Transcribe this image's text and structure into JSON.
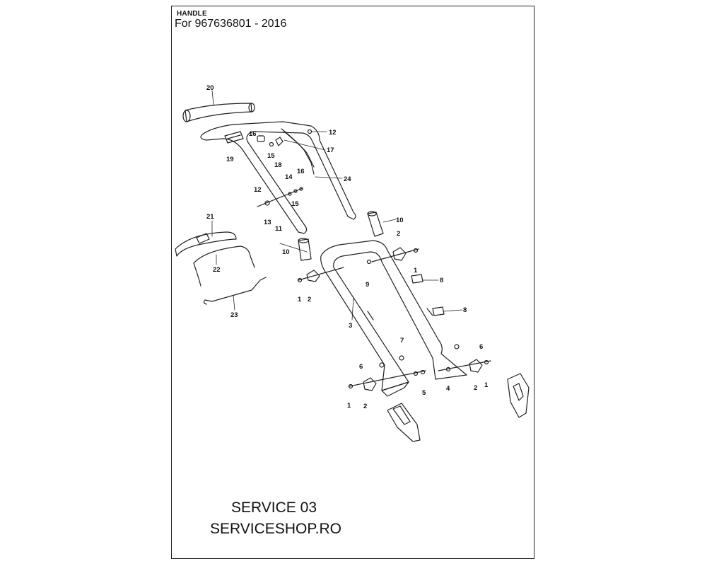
{
  "header": {
    "title": "HANDLE",
    "subtitle": "For 967636801 - 2016"
  },
  "watermark": {
    "line1": "SERVICE 03",
    "line2": "SERVICESHOP.RO"
  },
  "callouts": [
    {
      "label": "20"
    },
    {
      "label": "12"
    },
    {
      "label": "16"
    },
    {
      "label": "15"
    },
    {
      "label": "17"
    },
    {
      "label": "19"
    },
    {
      "label": "18"
    },
    {
      "label": "16"
    },
    {
      "label": "14"
    },
    {
      "label": "24"
    },
    {
      "label": "12"
    },
    {
      "label": "15"
    },
    {
      "label": "13"
    },
    {
      "label": "11"
    },
    {
      "label": "10"
    },
    {
      "label": "21"
    },
    {
      "label": "10"
    },
    {
      "label": "2"
    },
    {
      "label": "1"
    },
    {
      "label": "22"
    },
    {
      "label": "9"
    },
    {
      "label": "8"
    },
    {
      "label": "1"
    },
    {
      "label": "2"
    },
    {
      "label": "23"
    },
    {
      "label": "8"
    },
    {
      "label": "3"
    },
    {
      "label": "7"
    },
    {
      "label": "6"
    },
    {
      "label": "6"
    },
    {
      "label": "5"
    },
    {
      "label": "4"
    },
    {
      "label": "2"
    },
    {
      "label": "1"
    },
    {
      "label": "1"
    },
    {
      "label": "2"
    }
  ],
  "colors": {
    "line": "#222222",
    "text": "#111111",
    "frame": "#222222"
  }
}
